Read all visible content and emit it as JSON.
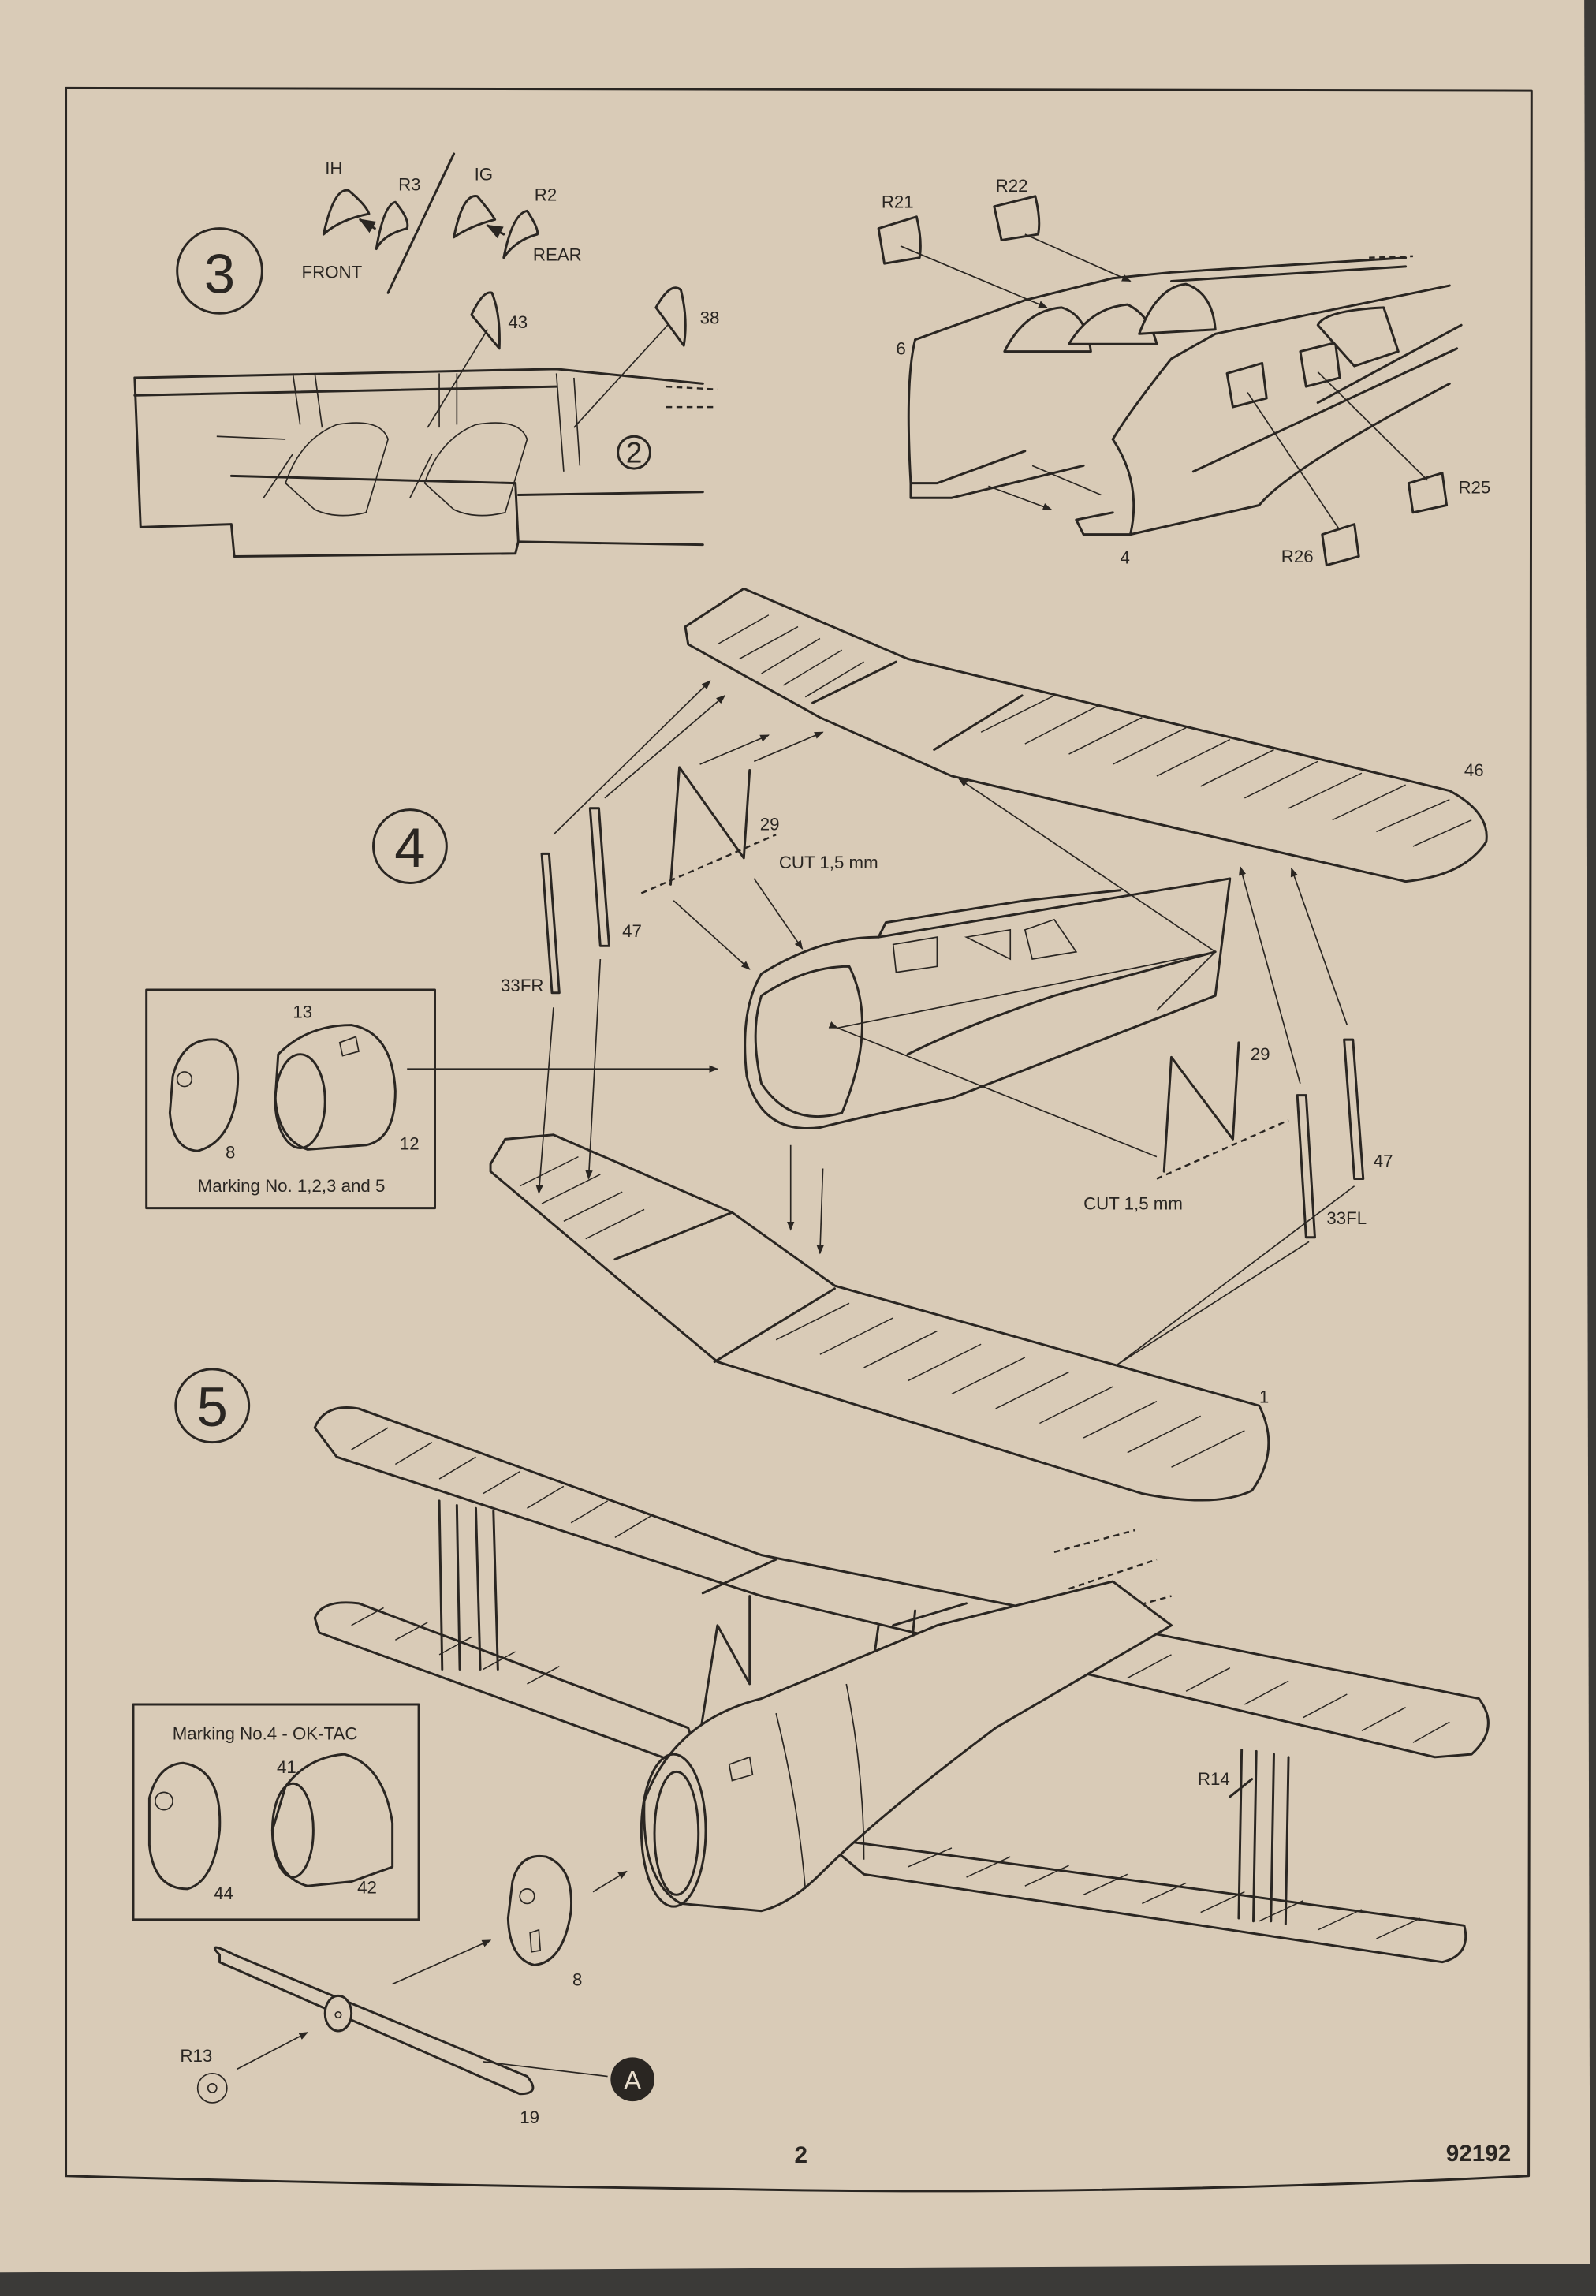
{
  "page": {
    "number": "2",
    "kit_number": "92192"
  },
  "colors": {
    "paper": "#d9cbb7",
    "ink": "#2a2622",
    "background": "#3b3a38"
  },
  "step3": {
    "number": "3",
    "labels": {
      "ih": "IH",
      "r3": "R3",
      "ig": "IG",
      "r2": "R2",
      "front": "FRONT",
      "rear": "REAR",
      "p43": "43",
      "p38": "38",
      "ref_step": "2",
      "r21": "R21",
      "r22": "R22",
      "p6": "6",
      "p4": "4",
      "r26": "R26",
      "r25": "R25"
    }
  },
  "step4": {
    "number": "4",
    "labels": {
      "p29a": "29",
      "cut_a": "CUT 1,5 mm",
      "p47a": "47",
      "p33fr": "33FR",
      "p46": "46",
      "p29b": "29",
      "cut_b": "CUT 1,5 mm",
      "p47b": "47",
      "p33fl": "33FL",
      "p1": "1"
    },
    "marking_box": {
      "p13": "13",
      "p8": "8",
      "p12": "12",
      "caption": "Marking No. 1,2,3 and 5"
    }
  },
  "step5": {
    "number": "5",
    "labels": {
      "r14": "R14",
      "p8": "8",
      "r13": "R13",
      "p19": "19",
      "paint_ref": "A"
    },
    "marking_box": {
      "caption": "Marking No.4 - OK-TAC",
      "p41": "41",
      "p44": "44",
      "p42": "42"
    }
  }
}
